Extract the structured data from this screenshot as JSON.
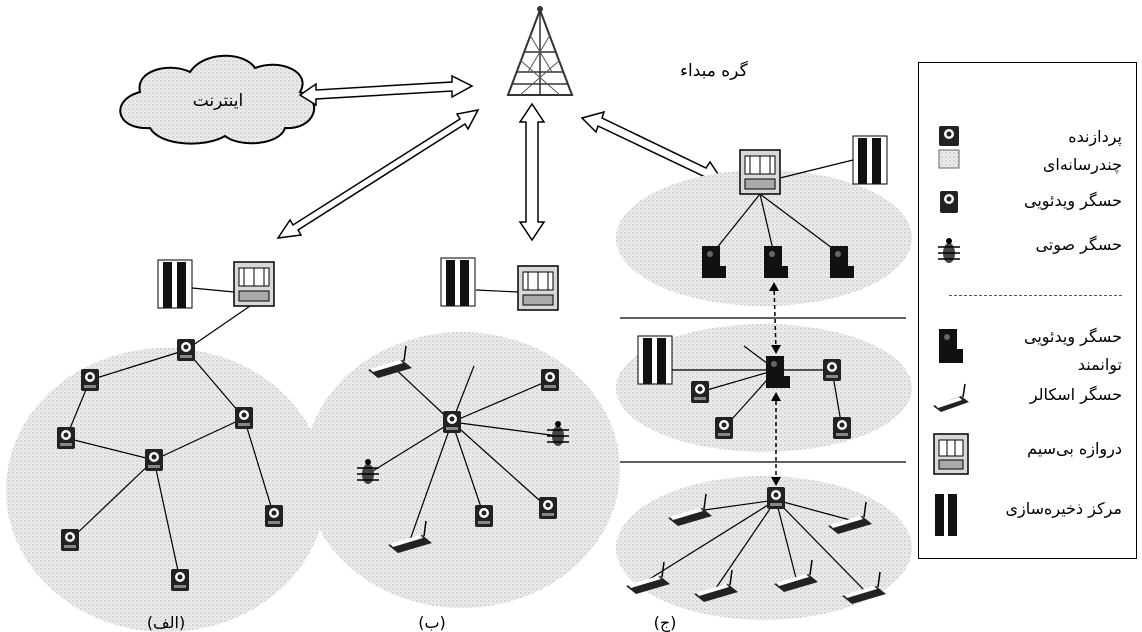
{
  "diagram": {
    "source_node_label": "گره مبداء",
    "internet_label": "اینترنت",
    "panel_labels": {
      "a": "(الف)",
      "b": "(ب)",
      "c": "(ج)"
    }
  },
  "legend": {
    "items": [
      {
        "label": "پردازنده",
        "icon": "multimedia-processor-icon"
      },
      {
        "label": "چندرسانه‌ای",
        "icon": "none"
      },
      {
        "label": "حسگر ویدئویی",
        "icon": "video-sensor-icon"
      },
      {
        "label": "حسگر صوتی",
        "icon": "audio-sensor-icon"
      },
      {
        "label": "حسگر ویدئویی",
        "icon": "capable-video-sensor-icon"
      },
      {
        "label": "توانمند",
        "icon": "none"
      },
      {
        "label": "حسگر اسکالر",
        "icon": "scalar-sensor-icon"
      },
      {
        "label": "دروازه بی‌سیم",
        "icon": "wireless-gateway-icon"
      },
      {
        "label": "مرکز ذخیره‌سازی",
        "icon": "storage-hub-icon"
      }
    ]
  },
  "colors": {
    "cloud_fill": "#e6e6e6",
    "cluster_fill": "#e8e8e8",
    "arrow_fill": "#ffffff",
    "line": "#000000"
  }
}
